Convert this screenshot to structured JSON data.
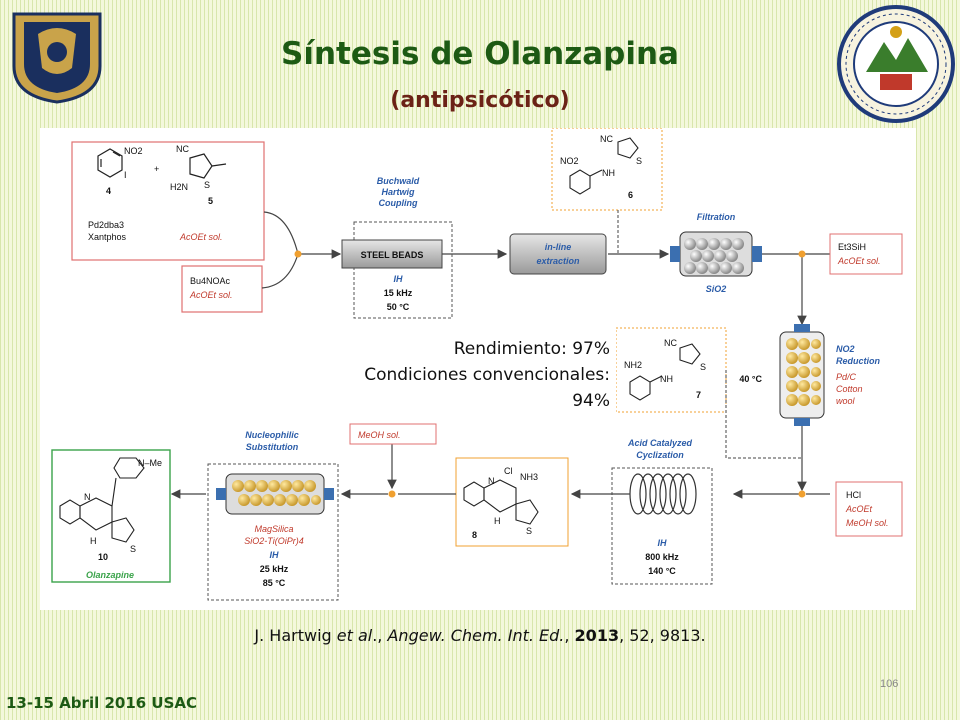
{
  "header": {
    "title": "Síntesis de Olanzapina",
    "subtitle": "(antipsicótico)"
  },
  "logos": {
    "left": "unam-crest",
    "right": "usac-seal"
  },
  "diagram": {
    "reactants": {
      "compound_4": "4",
      "compound_5": "5",
      "catalyst_line1": "Pd2dba3",
      "catalyst_line2": "Xantphos",
      "solvent": "AcOEt sol.",
      "additive_line1": "Bu4NOAc",
      "additive_line2": "AcOEt sol.",
      "plus": "+",
      "ar_no2": "NO2",
      "ar_i": "I",
      "th_nc": "NC",
      "th_h2n": "H2N",
      "th_s": "S"
    },
    "step_coupling": {
      "label_line1": "Buchwald",
      "label_line2": "Hartwig",
      "label_line3": "Coupling",
      "reactor": "STEEL BEADS",
      "ih": "IH",
      "freq": "15 kHz",
      "temp": "50 °C"
    },
    "step_extraction": {
      "label_line1": "in-line",
      "label_line2": "extraction"
    },
    "intermediate_6": {
      "number": "6",
      "nc": "NC",
      "no2": "NO2",
      "nh": "NH",
      "s": "S"
    },
    "step_filtration": {
      "label": "Filtration",
      "sio2": "SiO2"
    },
    "reagent_silane": {
      "line1": "Et3SiH",
      "line2": "AcOEt sol."
    },
    "step_reduction": {
      "label_line1": "NO2",
      "label_line2": "Reduction",
      "catalyst_line1": "Pd/C",
      "catalyst_line2": "Cotton",
      "catalyst_line3": "wool",
      "temp": "40 °C"
    },
    "intermediate_7": {
      "number": "7",
      "nc": "NC",
      "nh2": "NH2",
      "nh": "NH",
      "s": "S"
    },
    "reagent_hcl": {
      "line1": "HCl",
      "line2": "AcOEt",
      "line3": "MeOH sol."
    },
    "step_cyclization": {
      "label_line1": "Acid Catalyzed",
      "label_line2": "Cyclization",
      "ih": "IH",
      "freq": "800 kHz",
      "temp": "140 °C"
    },
    "intermediate_8": {
      "number": "8",
      "cl": "Cl",
      "nh3": "NH3",
      "n": "N",
      "h": "H",
      "s": "S"
    },
    "reagent_meoh": "MeOH sol.",
    "step_substitution": {
      "label_line1": "Nucleophilic",
      "label_line2": "Substitution",
      "catalyst_line1": "MagSilica",
      "catalyst_line2": "SiO2-Ti(OiPr)4",
      "ih": "IH",
      "freq": "25 kHz",
      "temp": "85 °C"
    },
    "product": {
      "number": "10",
      "name": "Olanzapine",
      "nme": "N–Me",
      "n": "N",
      "h": "H",
      "s": "S"
    }
  },
  "yield_box": {
    "line1": "Rendimiento: 97%",
    "line2": "Condiciones convencionales:",
    "line3": "94%"
  },
  "citation": {
    "author": "J. Hartwig ",
    "etal": "et al",
    "sep1": "., ",
    "journal": "Angew. Chem. Int. Ed.",
    "sep2": ", ",
    "year": "2013",
    "rest": ", 52, 9813."
  },
  "footer": {
    "date": "13-15 Abril 2016 USAC",
    "page": "106"
  }
}
